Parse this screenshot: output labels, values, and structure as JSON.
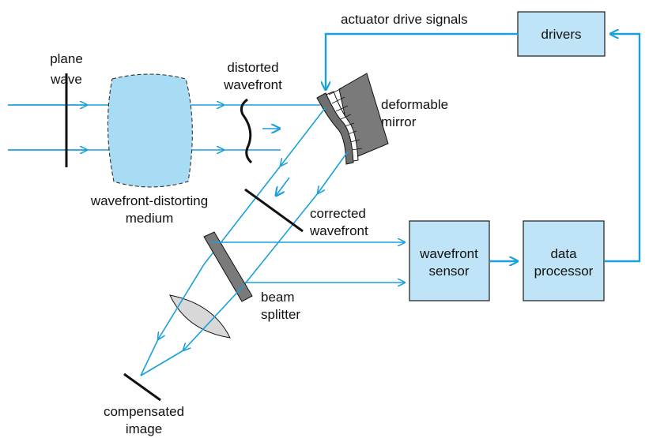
{
  "labels": {
    "plane_wave_1": "plane",
    "plane_wave_2": "wave",
    "distorted_1": "distorted",
    "distorted_2": "wavefront",
    "medium_1": "wavefront-distorting",
    "medium_2": "medium",
    "mirror_1": "deformable",
    "mirror_2": "mirror",
    "actuator": "actuator drive signals",
    "corrected_1": "corrected",
    "corrected_2": "wavefront",
    "beam_1": "beam",
    "beam_2": "splitter",
    "compensated_1": "compensated",
    "compensated_2": "image"
  },
  "boxes": {
    "drivers": "drivers",
    "sensor_1": "wavefront",
    "sensor_2": "sensor",
    "processor_1": "data",
    "processor_2": "processor"
  },
  "colors": {
    "ray": "#1aa0dd",
    "box_fill": "#bfe4f7",
    "medium_fill": "#a8dcf5",
    "mirror_fill": "#7a7a7a"
  }
}
